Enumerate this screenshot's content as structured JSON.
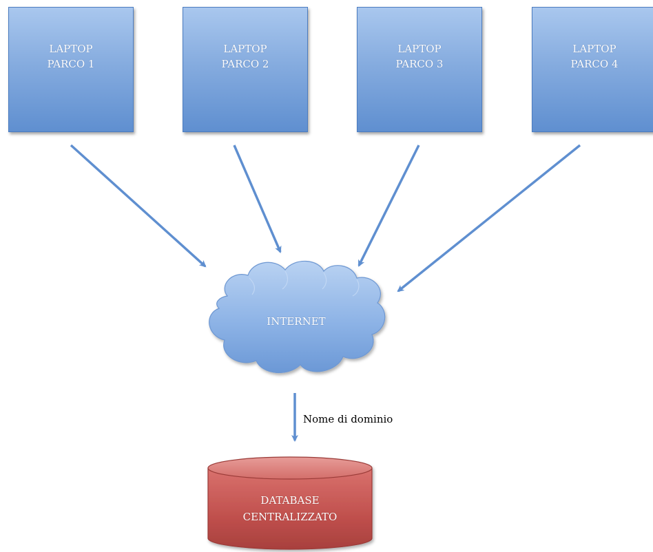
{
  "nodes": {
    "laptops": [
      {
        "line1": "LAPTOP",
        "line2": "PARCO 1"
      },
      {
        "line1": "LAPTOP",
        "line2": "PARCO 2"
      },
      {
        "line1": "LAPTOP",
        "line2": "PARCO 3"
      },
      {
        "line1": "LAPTOP",
        "line2": "PARCO 4"
      }
    ],
    "cloud": {
      "label": "INTERNET"
    },
    "database": {
      "line1": "DATABASE",
      "line2": "CENTRALIZZATO"
    }
  },
  "edges": {
    "cloud_to_database_label": "Nome di dominio"
  },
  "colors": {
    "laptop_fill": "#86acdf",
    "cloud_fill": "#8db3e6",
    "database_fill": "#c0504d",
    "arrow": "#5f8fd0"
  }
}
